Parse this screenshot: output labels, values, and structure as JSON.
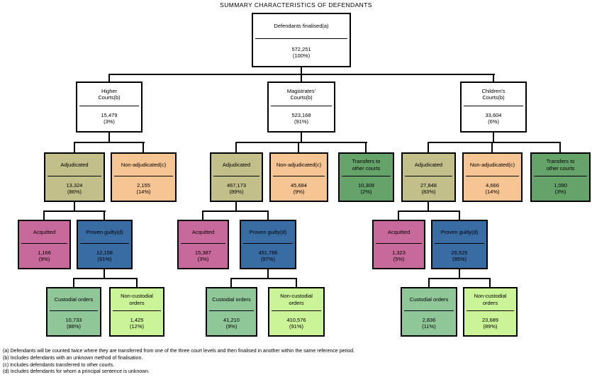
{
  "title": "SUMMARY CHARACTERISTICS OF DEFENDANTS",
  "colors": {
    "adjudicated": "#C3BF8A",
    "non_adjudicated": "#F7C493",
    "transfers": "#66A36B",
    "acquitted": "#C8699B",
    "proven_guilty": "#3A6CA4",
    "custodial": "#90C799",
    "non_custodial": "#CBF398",
    "plain": "#FFFFFF",
    "border": "#000000"
  },
  "tree": {
    "root": {
      "label": "Defendants finalised(a)",
      "value": "572,251",
      "pct": "(100%)"
    },
    "higher": {
      "court": {
        "label": "Higher\nCourts(b)",
        "value": "15,479",
        "pct": "(3%)"
      },
      "adjudicated": {
        "label": "Adjudicated",
        "value": "13,324",
        "pct": "(86%)"
      },
      "non_adjudicated": {
        "label": "Non-adjudicated(c)",
        "value": "2,155",
        "pct": "(14%)"
      },
      "acquitted": {
        "label": "Acquitted",
        "value": "1,166",
        "pct": "(9%)"
      },
      "proven_guilty": {
        "label": "Proven guilty(d)",
        "value": "12,158",
        "pct": "(91%)"
      },
      "custodial": {
        "label": "Custodial orders",
        "value": "10,733",
        "pct": "(88%)"
      },
      "non_custodial": {
        "label": "Non-custodial\norders",
        "value": "1,425",
        "pct": "(12%)"
      }
    },
    "magistrates": {
      "court": {
        "label": "Magistrates'\nCourts(b)",
        "value": "523,168",
        "pct": "(91%)"
      },
      "adjudicated": {
        "label": "Adjudicated",
        "value": "467,173",
        "pct": "(89%)"
      },
      "non_adjudicated": {
        "label": "Non-adjudicated(c)",
        "value": "45,684",
        "pct": "(9%)"
      },
      "transfers": {
        "label": "Transfers to\nother courts",
        "value": "10,309",
        "pct": "(2%)"
      },
      "acquitted": {
        "label": "Acquitted",
        "value": "15,387",
        "pct": "(3%)"
      },
      "proven_guilty": {
        "label": "Proven guilty(d)",
        "value": "451,786",
        "pct": "(97%)"
      },
      "custodial": {
        "label": "Custodial orders",
        "value": "41,210",
        "pct": "(9%)"
      },
      "non_custodial": {
        "label": "Non-custodial\norders",
        "value": "410,576",
        "pct": "(91%)"
      }
    },
    "childrens": {
      "court": {
        "label": "Children's\nCourts(b)",
        "value": "33,604",
        "pct": "(6%)"
      },
      "adjudicated": {
        "label": "Adjudicated",
        "value": "27,848",
        "pct": "(83%)"
      },
      "non_adjudicated": {
        "label": "Non-adjudicated(c)",
        "value": "4,666",
        "pct": "(14%)"
      },
      "transfers": {
        "label": "Transfers to\nother courts",
        "value": "1,090",
        "pct": "(3%)"
      },
      "acquitted": {
        "label": "Acquitted",
        "value": "1,323",
        "pct": "(5%)"
      },
      "proven_guilty": {
        "label": "Proven guilty(d)",
        "value": "26,525",
        "pct": "(95%)"
      },
      "custodial": {
        "label": "Custodial orders",
        "value": "2,836",
        "pct": "(11%)"
      },
      "non_custodial": {
        "label": "Non-custodial\norders",
        "value": "23,689",
        "pct": "(89%)"
      }
    }
  },
  "footnotes": [
    "(a)  Defendants will be counted twice where they are transferred from one of the three court levels and then finalised in another within the same reference period.",
    "(b)  Includes defendants with an unknown method of finalisation.",
    "(c)  Includes defendants transferred to other courts.",
    "(d)  Includes defendants for whom a principal sentence is unknown."
  ]
}
